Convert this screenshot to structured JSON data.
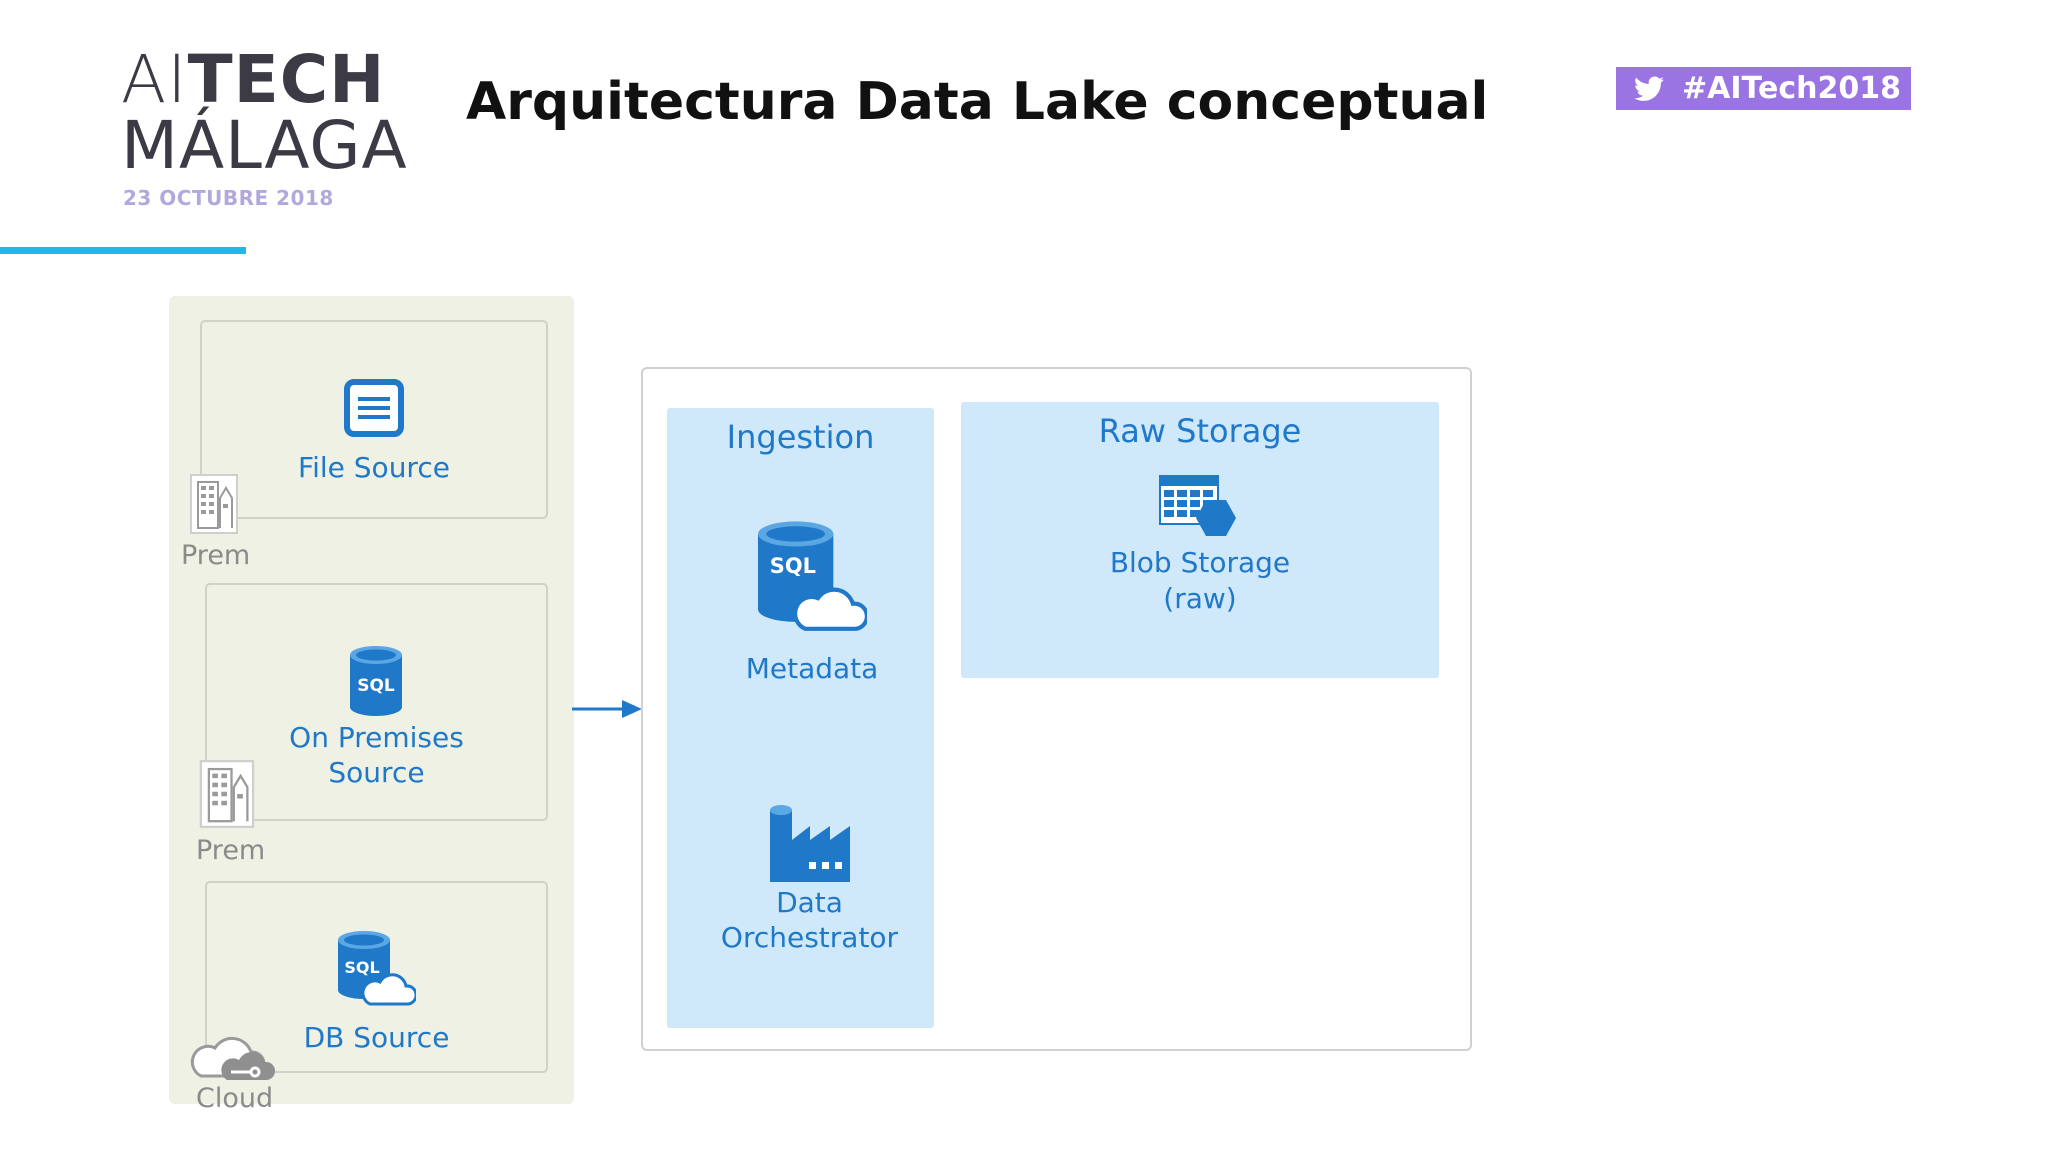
{
  "header": {
    "logo_line1_part1": "AI",
    "logo_line1_part2": "TECH",
    "logo_line2": "MÁLAGA",
    "logo_date": "23 OCTUBRE 2018",
    "title": "Arquitectura Data Lake conceptual",
    "hashtag": "#AITech2018"
  },
  "sources": [
    {
      "label": "File Source",
      "location": "Prem",
      "icon": "document-icon"
    },
    {
      "label_line1": "On Premises",
      "label_line2": "Source",
      "location": "Prem",
      "icon": "sql-database-icon"
    },
    {
      "label": "DB Source",
      "location": "Cloud",
      "icon": "sql-cloud-database-icon"
    }
  ],
  "ingestion": {
    "title": "Ingestion",
    "nodes": [
      {
        "label": "Metadata",
        "icon": "sql-cloud-database-icon"
      },
      {
        "label_line1": "Data",
        "label_line2": "Orchestrator",
        "icon": "data-factory-icon"
      }
    ]
  },
  "raw_storage": {
    "title": "Raw Storage",
    "node": {
      "label_line1": "Blob Storage",
      "label_line2": "(raw)",
      "icon": "blob-storage-icon"
    }
  },
  "colors": {
    "accent_line": "#20b9e6",
    "hashtag_bg": "#9a74e3",
    "azure_blue": "#1f78c8",
    "panel_blue": "#cfe9fb",
    "sources_bg": "#eef1e3"
  }
}
